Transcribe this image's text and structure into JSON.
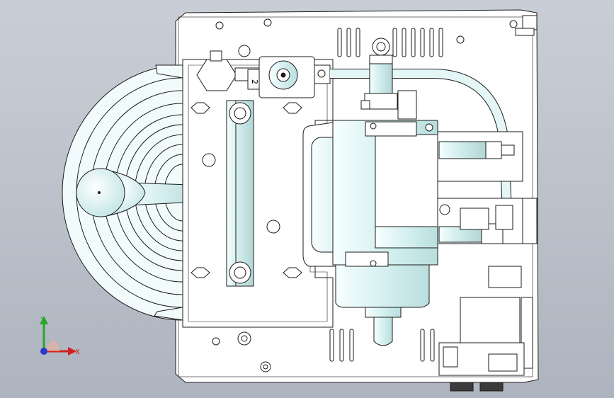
{
  "viewport": {
    "background_top": "#c9ced6",
    "background_bottom": "#aeb4bf",
    "outline_color": "#1b1b1b",
    "part_fill": "#ffffff",
    "cyan_part_fill": "#dff4f4"
  },
  "part_labels": {
    "solenoid_number": "2"
  },
  "triad": {
    "y_label": "Y",
    "x_label": "X",
    "y_color": "#2aa52a",
    "x_color": "#d02020",
    "z_color": "#2a3ad0"
  }
}
